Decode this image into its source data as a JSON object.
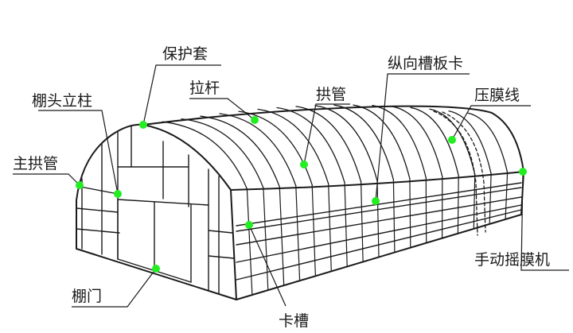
{
  "labels": {
    "protective_cover": "保护套",
    "tie_rod": "拉杆",
    "end_post": "棚头立柱",
    "arch_pipe": "拱管",
    "longitudinal_channel_clip": "纵向槽板卡",
    "film_press_wire": "压膜线",
    "main_arch_pipe": "主拱管",
    "manual_film_roller": "手动摇膜机",
    "shed_door": "棚门",
    "clip_channel": "卡槽"
  },
  "colors": {
    "line": "#1a1a1a",
    "marker": "#22ee22",
    "background": "#ffffff"
  }
}
